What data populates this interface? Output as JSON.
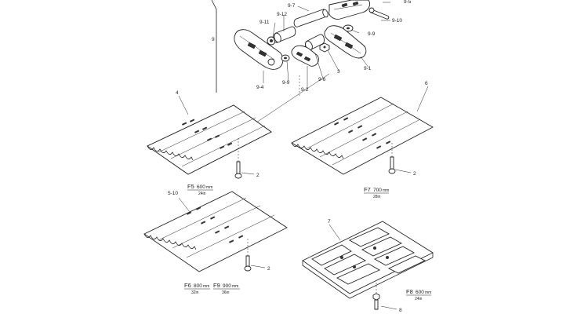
{
  "callouts": {
    "c9_5": "9-5",
    "c9_7": "9-7",
    "c9_10": "9-10",
    "c9_11": "9-11",
    "c9_12": "9-12",
    "c9_9a": "9-9",
    "c9": "9",
    "c9_4": "9-4",
    "c9_9b": "9-9",
    "c9_2": "9-2",
    "c9_6": "9-6",
    "c3": "3",
    "c9_1": "9-1",
    "c4": "4",
    "c6": "6",
    "c2a": "2",
    "c2b": "2",
    "c5_10": "5-10",
    "c2c": "2",
    "c7": "7",
    "c8": "8"
  },
  "variants": {
    "f5_code": "F5",
    "f5_mm": "600",
    "f5_mm_unit": "mm",
    "f5_in": "24in",
    "f7_code": "F7",
    "f7_mm": "700",
    "f7_mm_unit": "mm",
    "f7_in": "28in",
    "f6_code": "F6",
    "f6_mm": "800",
    "f6_mm_unit": "mm",
    "f6_in": "32in",
    "f9_code": "F9",
    "f9_mm": "900",
    "f9_mm_unit": "mm",
    "f9_in": "36in",
    "f8_code": "F8",
    "f8_mm": "600",
    "f8_mm_unit": "mm",
    "f8_in": "24in"
  }
}
